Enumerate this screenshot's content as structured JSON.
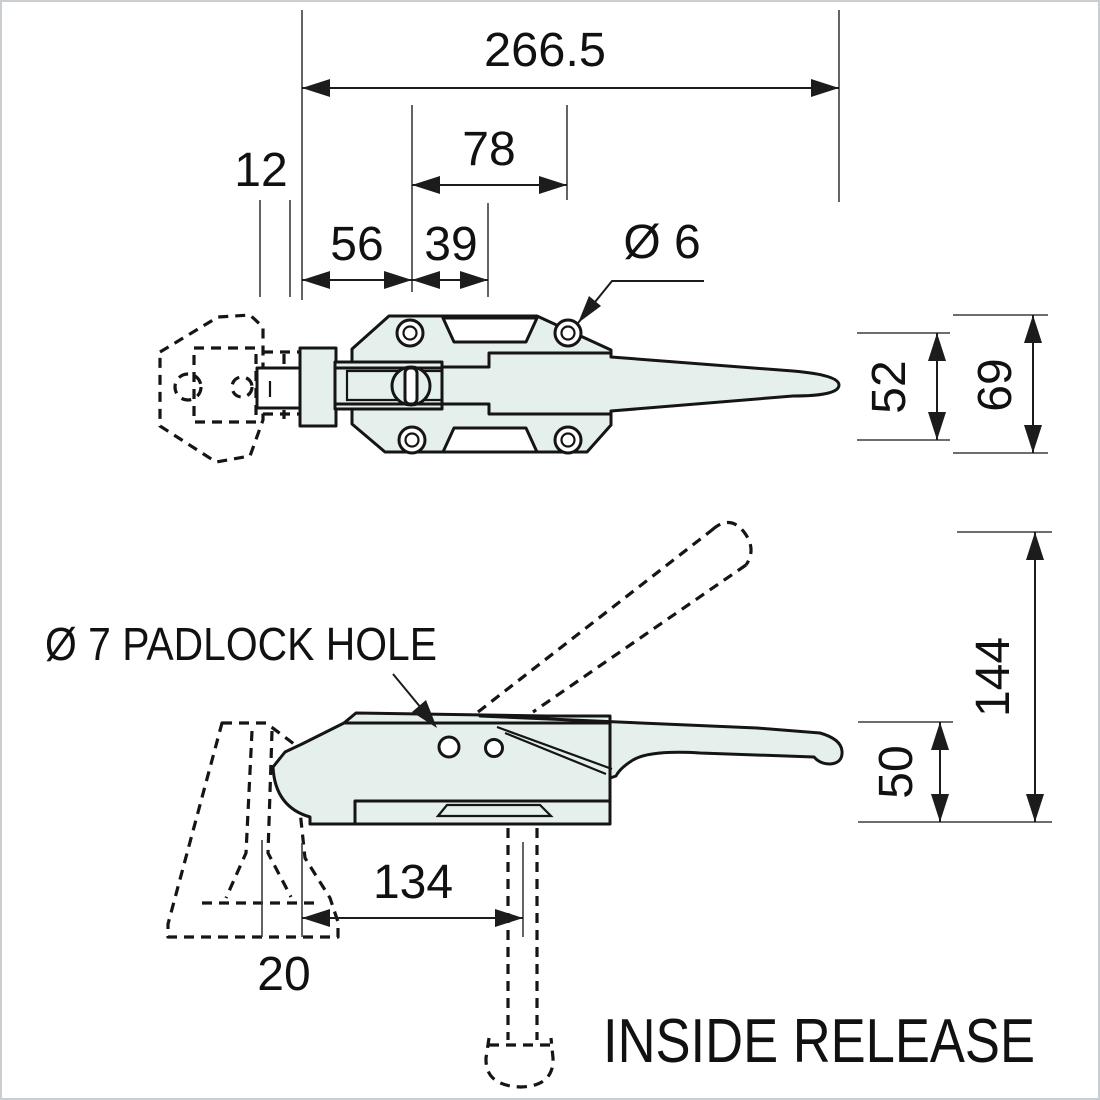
{
  "style": {
    "background": "#ffffff",
    "line_color": "#151515",
    "part_fill_color": "#e5f0ed",
    "dimension_color": "#1c1c1c",
    "frame_color": "#c9ced2"
  },
  "top_view": {
    "dims": {
      "overall_length": "266.5",
      "handle_span": "78",
      "shaft_width": "12",
      "plate_span": "56",
      "knob_span": "39",
      "screw_hole_dia": "Ø 6",
      "body_width": "52",
      "overall_width": "69"
    }
  },
  "side_view": {
    "dims": {
      "open_handle_height": "144",
      "body_height": "50",
      "rod_offset": "134",
      "keeper_offset": "20"
    },
    "annotations": {
      "padlock": "Ø 7 PADLOCK HOLE",
      "inside_release": "INSIDE RELEASE"
    }
  }
}
